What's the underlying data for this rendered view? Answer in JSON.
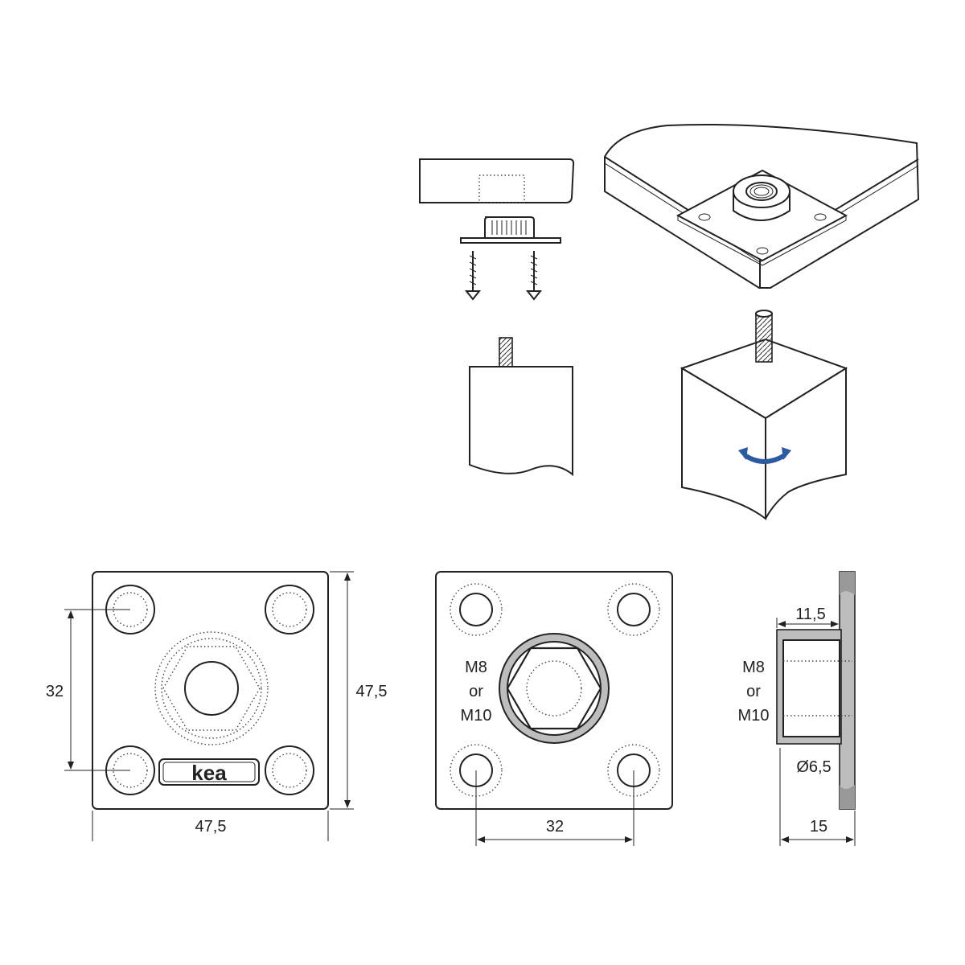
{
  "colors": {
    "line": "#222222",
    "plate_fill": "#ffffff",
    "section_fill": "#bdbdbd",
    "rotation_arrow": "#2c5aa0"
  },
  "logo": {
    "text": "kea"
  },
  "front_view": {
    "width_dim": "47,5",
    "height_dim": "47,5",
    "hole_spacing_dim": "32"
  },
  "back_view": {
    "thread_label": [
      "M8",
      "or",
      "M10"
    ],
    "hole_spacing_dim": "32"
  },
  "side_view": {
    "depth_dim": "11,5",
    "thread_label": [
      "M8",
      "or",
      "M10"
    ],
    "screw_hole_dim": "Ø6,5",
    "total_depth_dim": "15"
  },
  "icons": [
    "rotation-arrow-icon",
    "screw-icon",
    "threaded-stud-icon"
  ]
}
